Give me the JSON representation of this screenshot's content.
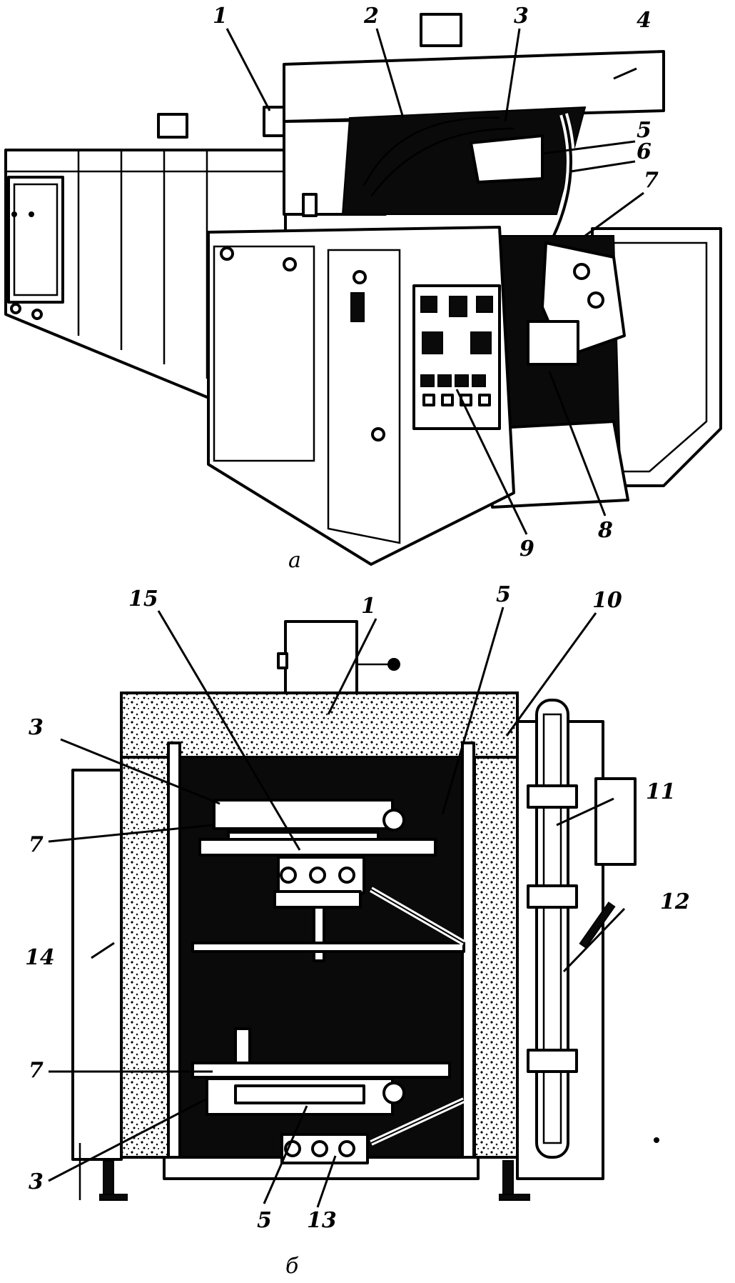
{
  "figure_a": {
    "caption": "а",
    "callouts": [
      "1",
      "2",
      "3",
      "4",
      "5",
      "6",
      "7",
      "9",
      "8"
    ]
  },
  "figure_b": {
    "caption": "б",
    "callouts": [
      "15",
      "1",
      "5",
      "10",
      "3",
      "7",
      "11",
      "12",
      "14",
      "7",
      "3",
      "5",
      "13"
    ]
  }
}
